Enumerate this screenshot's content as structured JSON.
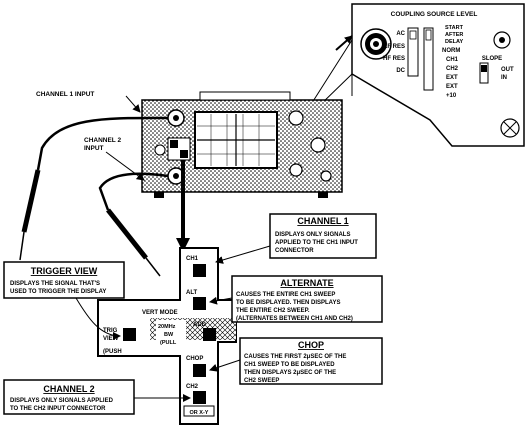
{
  "panel_inset": {
    "title": "COUPLING SOURCE LEVEL",
    "coupling": [
      "AC",
      "LF RES",
      "HF RES",
      "DC"
    ],
    "source": [
      "NORM",
      "CH1",
      "CH2",
      "EXT",
      "EXT",
      "+10"
    ],
    "start_after_delay": [
      "START",
      "AFTER",
      "DELAY"
    ],
    "slope": "SLOPE",
    "slope_options": [
      "OUT",
      "IN"
    ]
  },
  "labels": {
    "channel1_input": "CHANNEL 1 INPUT",
    "channel2_input": [
      "CHANNEL 2",
      "INPUT"
    ]
  },
  "switch_panel": {
    "ch1": "CH1",
    "alt": "ALT",
    "vert_mode": "VERT MODE",
    "trig_view": [
      "TRIG",
      "VIEW"
    ],
    "push": "(PUSH",
    "bw": [
      "20MHz",
      "BW",
      "(PULL"
    ],
    "add": "ADD",
    "chop": "CHOP",
    "ch2": "CH2",
    "or_xy": "OR X-Y"
  },
  "callouts": {
    "channel1": {
      "title": "CHANNEL 1",
      "lines": [
        "DISPLAYS ONLY SIGNALS",
        "APPLIED TO THE CH1 INPUT",
        "CONNECTOR"
      ]
    },
    "alternate": {
      "title": "ALTERNATE",
      "lines": [
        "CAUSES THE ENTIRE CH1 SWEEP",
        "TO BE DISPLAYED. THEN DISPLAYS",
        "THE ENTIRE CH2 SWEEP.",
        "(ALTERNATES BETWEEN CH1 AND CH2)"
      ]
    },
    "chop": {
      "title": "CHOP",
      "lines": [
        "CAUSES THE FIRST 2μSEC OF THE",
        "CH1 SWEEP TO BE DISPLAYED",
        "THEN DISPLAYS 2μSEC OF THE",
        "CH2 SWEEP"
      ]
    },
    "trigger_view": {
      "title": "TRIGGER VIEW",
      "lines": [
        "DISPLAYS THE SIGNAL THAT'S",
        "USED TO TRIGGER THE DISPLAY"
      ]
    },
    "channel2": {
      "title": "CHANNEL 2",
      "lines": [
        "DISPLAYS ONLY SIGNALS APPLIED",
        "TO THE CH2 INPUT CONNECTOR"
      ]
    }
  }
}
